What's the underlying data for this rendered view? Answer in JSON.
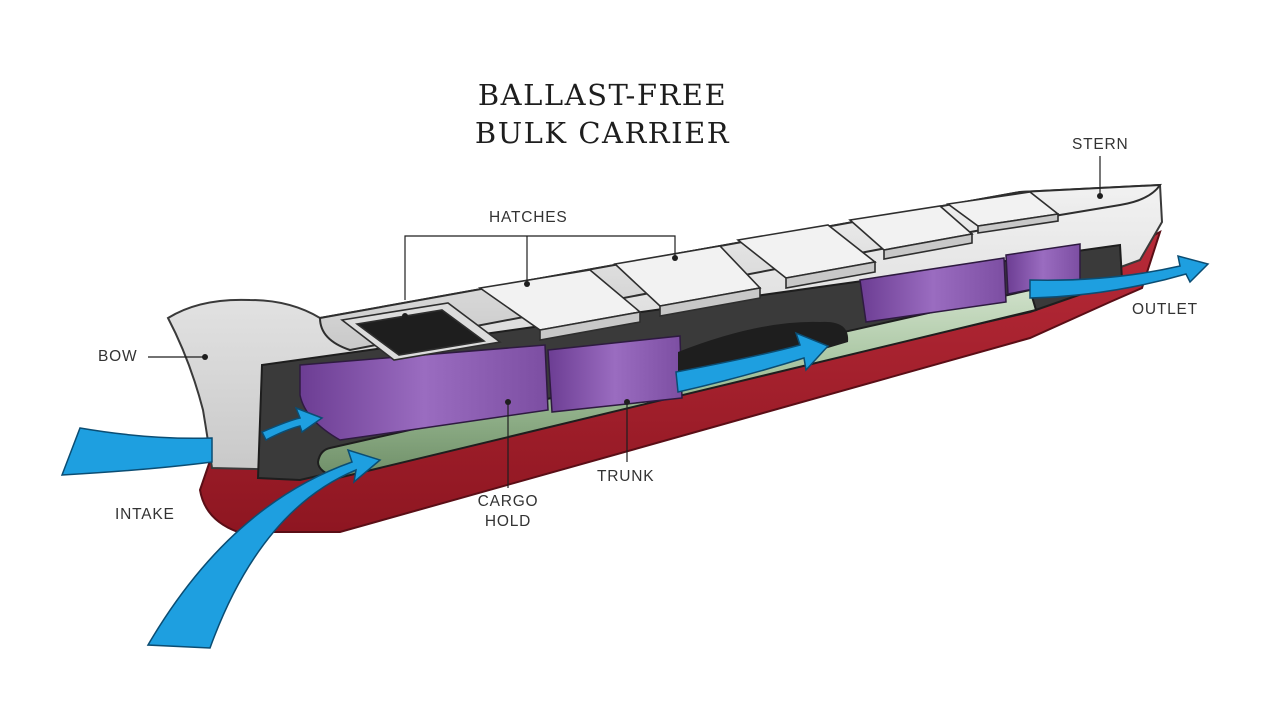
{
  "title": {
    "line1": "BALLAST-FREE",
    "line2": "BULK CARRIER"
  },
  "labels": {
    "stern": "STERN",
    "hatches": "HATCHES",
    "bow": "BOW",
    "outlet": "OUTLET",
    "intake": "INTAKE",
    "cargo_hold_line1": "CARGO",
    "cargo_hold_line2": "HOLD",
    "trunk": "TRUNK"
  },
  "colors": {
    "hull_red": "#a11d2b",
    "hull_grey": "#d9d9d9",
    "deck": "#e9e9e9",
    "cargo_hold": "#8a5cb0",
    "trunk_green": "#a9c4a3",
    "water_arrow": "#1e9fe0",
    "interior_dark": "#3a3a3a"
  }
}
